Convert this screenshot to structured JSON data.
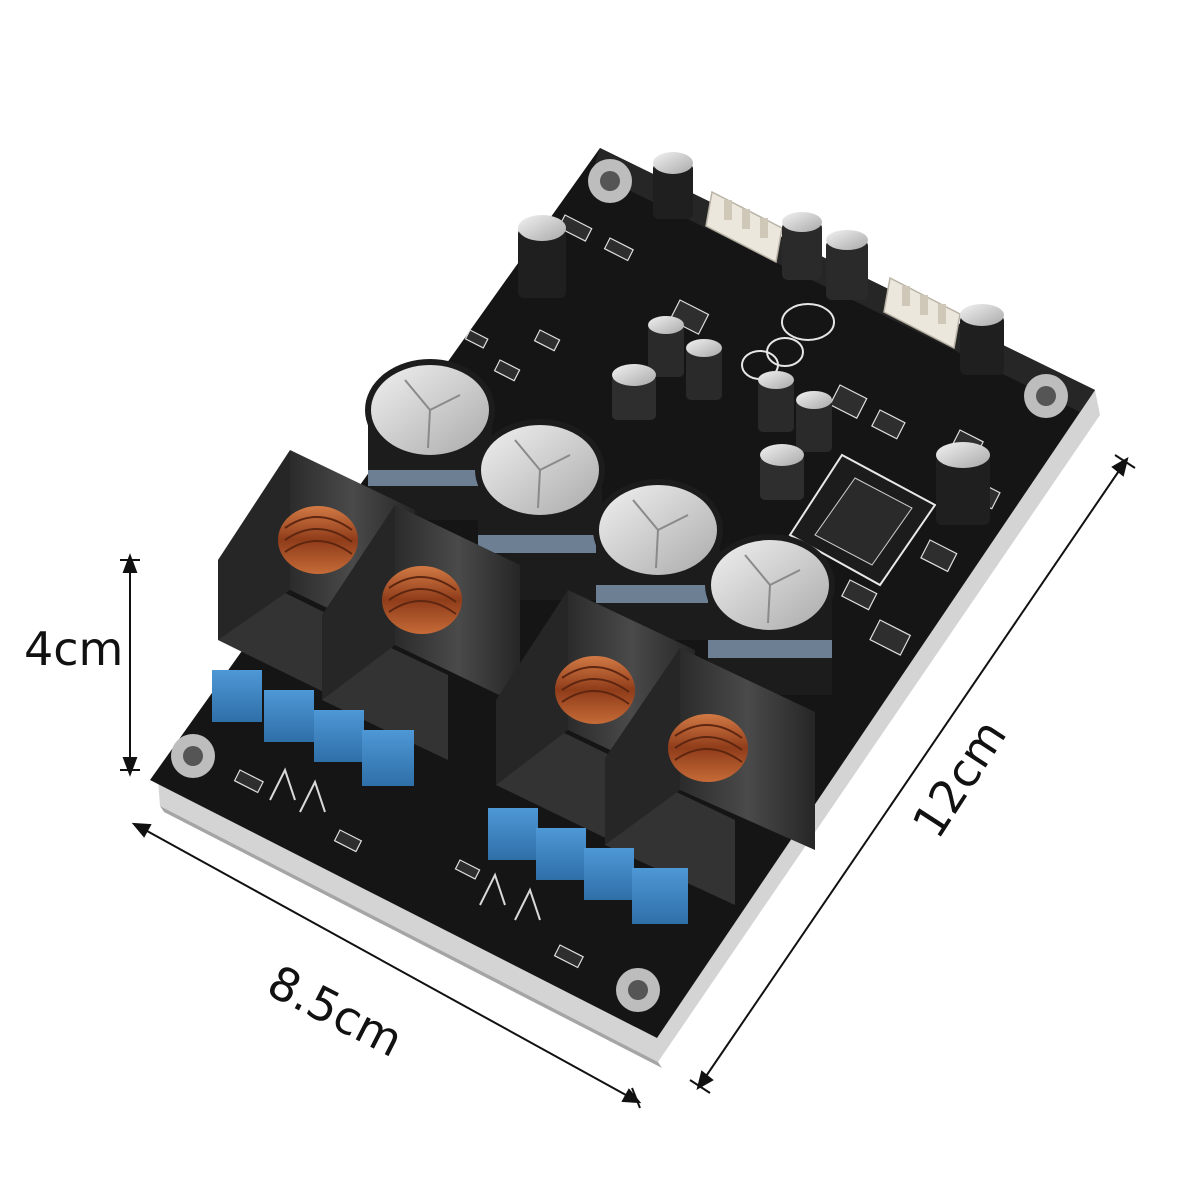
{
  "dimensions": {
    "height": "4cm",
    "width": "8.5cm",
    "length": "12cm"
  },
  "colors": {
    "pcb": "#151515",
    "pcb_edge": "#cfcfcf",
    "inductor_core": "#3a3a3a",
    "copper_coil": "#b0552a",
    "film_capacitor": "#3f86c8",
    "electrolytic_top": "#d8d8d8",
    "connector": "#ece7dc",
    "silkscreen": "#e6e6e6",
    "dimension_line": "#111111"
  },
  "icons": [
    "mounting-hole-icon",
    "inductor-icon",
    "capacitor-icon",
    "terminal-connector-icon",
    "chip-icon"
  ]
}
